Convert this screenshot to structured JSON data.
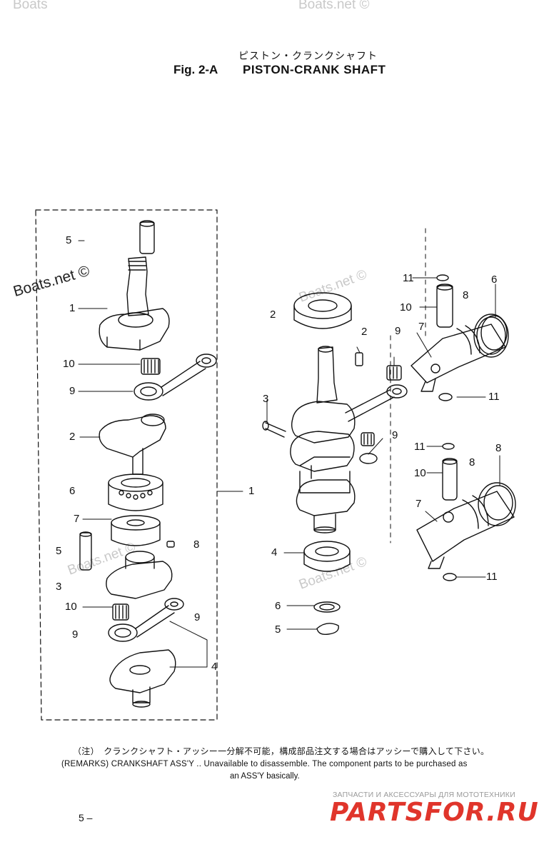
{
  "header": {
    "japanese_title": "ピストン・クランクシャフト",
    "figure_number": "Fig. 2-A",
    "figure_title": "PISTON-CRANK SHAFT"
  },
  "watermarks": {
    "main": "Boats.net ©",
    "faint": [
      "Boats",
      "Boats.net ©",
      "Boats.net ©",
      "Boats.net ©"
    ]
  },
  "left_assembly_callouts": [
    "5",
    "1",
    "10",
    "9",
    "2",
    "6",
    "7",
    "8",
    "5",
    "3",
    "10",
    "9",
    "9",
    "4",
    "1"
  ],
  "right_assembly_callouts": [
    "2",
    "2",
    "3",
    "9",
    "9",
    "7",
    "8",
    "10",
    "11",
    "6",
    "11",
    "11",
    "8",
    "10",
    "8",
    "7",
    "11",
    "4",
    "6",
    "5"
  ],
  "remarks": {
    "japanese": "（注）　クランクシャフト・アッシー一分解不可能，構成部品注文する場合はアッシーで購入して下さい。",
    "english_line1": "(REMARKS) CRANKSHAFT ASS'Y .. Unavailable to disassemble. The component parts to be purchased as",
    "english_line2": "an ASS'Y basically."
  },
  "page_number": "5 –",
  "store": {
    "tagline": "ЗАПЧАСТИ И АКСЕССУАРЫ ДЛЯ МОТОТЕХНИКИ",
    "brand": "PARTSFOR.RU",
    "brand_color": "#e0352b"
  }
}
